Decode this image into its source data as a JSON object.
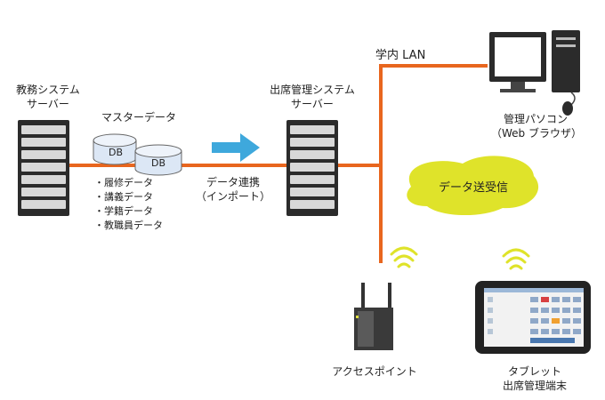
{
  "labels": {
    "kyomu_server": [
      "教務システム",
      "サーバー"
    ],
    "master_data": "マスターデータ",
    "db1": "DB",
    "db2": "DB",
    "data_items": [
      "・履修データ",
      "・講義データ",
      "・学籍データ",
      "・教職員データ"
    ],
    "link": [
      "データ連携",
      "（インポート）"
    ],
    "attendance_server": [
      "出席管理システム",
      "サーバー"
    ],
    "lan": "学内 LAN",
    "admin_pc": [
      "管理パソコン",
      "（Web ブラウザ）"
    ],
    "send_receive": "データ送受信",
    "access_point": "アクセスポイント",
    "tablet": [
      "タブレット",
      "出席管理端末"
    ]
  },
  "colors": {
    "line": "#e8661e",
    "arrow": "#3ea8dc",
    "bubble": "#dfe32a",
    "server": "#2b2b2b"
  }
}
